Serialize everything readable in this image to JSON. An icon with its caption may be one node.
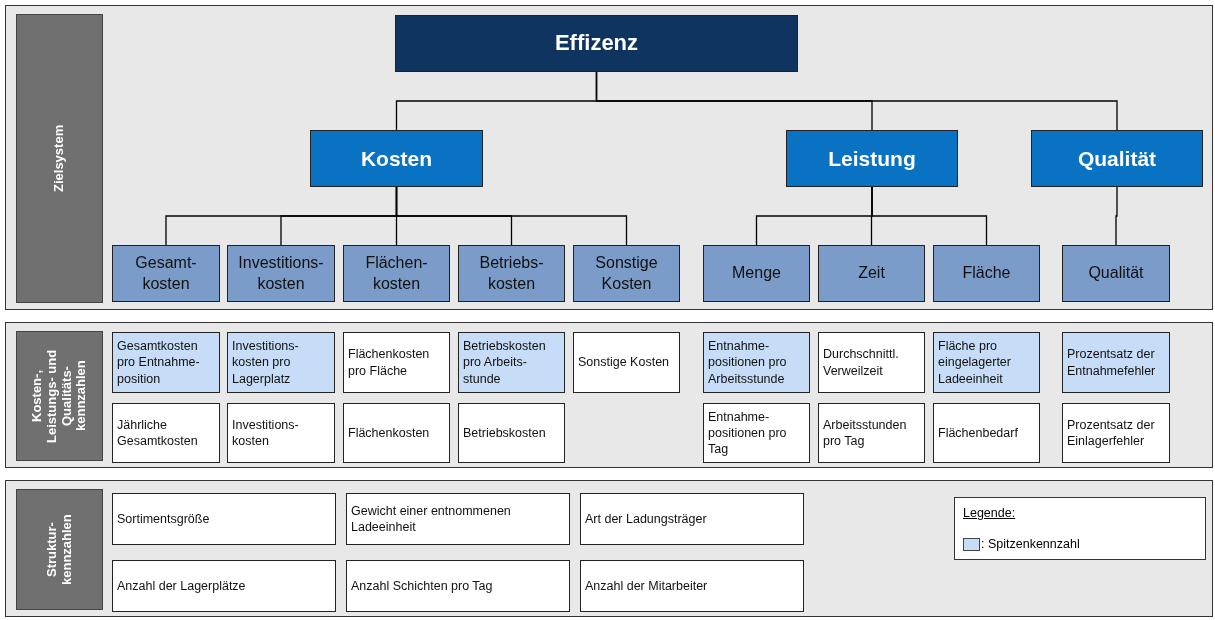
{
  "diagram": {
    "nodes": [
      {
        "text": [
          "Zielsystem"
        ]
      },
      {
        "text": [
          "Effizenz"
        ],
        "in": 0
      },
      {
        "text": [
          "Kosten"
        ],
        "in": 0
      },
      {
        "text": [
          "Leistung"
        ],
        "in": 0
      },
      {
        "text": [
          "Qualität"
        ],
        "in": 0
      },
      {
        "text": [
          "Gesamt- kosten"
        ],
        "in": 0
      },
      {
        "text": [
          "Investitions- kosten"
        ],
        "in": 0
      },
      {
        "text": [
          "Flächen- kosten"
        ],
        "in": 0
      },
      {
        "text": [
          "Betriebs- kosten"
        ],
        "in": 0
      },
      {
        "text": [
          "Sonstige Kosten"
        ],
        "in": 0
      },
      {
        "text": [
          "Menge"
        ],
        "in": 0
      },
      {
        "text": [
          "Zeit"
        ],
        "in": 0
      },
      {
        "text": [
          "Fläche"
        ],
        "in": 0
      },
      {
        "text": [
          "Qualität"
        ],
        "in": 0
      },
      {
        "text": [
          "Kosten-, Leistungs- und Qualitäts- kennzahlen"
        ]
      },
      {
        "text": [
          "Gesamtkosten pro Entnahme- position"
        ],
        "in": 14
      },
      {
        "text": [
          "Investitions- kosten pro Lagerplatz"
        ],
        "in": 14
      },
      {
        "text": [
          "Flächenkosten pro Fläche"
        ],
        "in": 14
      },
      {
        "text": [
          "Betriebskosten pro Arbeits- stunde"
        ],
        "in": 14
      },
      {
        "text": [
          "Sonstige Kosten"
        ],
        "in": 14
      },
      {
        "text": [
          "Entnahme- positionen pro Arbeitsstunde"
        ],
        "in": 14
      },
      {
        "text": [
          "Durchschnittl. Verweilzeit"
        ],
        "in": 14
      },
      {
        "text": [
          "Fläche pro eingelagerter Ladeeinheit"
        ],
        "in": 14
      },
      {
        "text": [
          "Prozentsatz der Entnahmefehler"
        ],
        "in": 14
      },
      {
        "text": [
          "Jährliche Gesamtkosten"
        ],
        "in": 14
      },
      {
        "text": [
          "Investitions- kosten"
        ],
        "in": 14
      },
      {
        "text": [
          "Flächenkosten"
        ],
        "in": 14
      },
      {
        "text": [
          "Betriebskosten"
        ],
        "in": 14
      },
      {
        "text": [
          "Entnahme- positionen pro Tag"
        ],
        "in": 14
      },
      {
        "text": [
          "Arbeitsstunden pro Tag"
        ],
        "in": 14
      },
      {
        "text": [
          "Flächenbedarf"
        ],
        "in": 14
      },
      {
        "text": [
          "Prozentsatz der Einlagerfehler"
        ],
        "in": 14
      },
      {
        "text": [
          "Struktur- kennzahlen"
        ]
      },
      {
        "text": [
          "Sortimentsgröße"
        ],
        "in": 32
      },
      {
        "text": [
          "Gewicht einer entnommenen Ladeeinheit"
        ],
        "in": 32
      },
      {
        "text": [
          "Art der Ladungsträger"
        ],
        "in": 32
      },
      {
        "text": [
          "Anzahl der Lagerplätze"
        ],
        "in": 32
      },
      {
        "text": [
          "Anzahl Schichten pro Tag"
        ],
        "in": 32
      },
      {
        "text": [
          "Anzahl der Mitarbeiter"
        ],
        "in": 32
      }
    ],
    "edges": [
      {
        "from": 1,
        "to": 2,
        "arrow": "none"
      },
      {
        "from": 1,
        "to": 3,
        "arrow": "none"
      },
      {
        "from": 1,
        "to": 4,
        "arrow": "none"
      },
      {
        "from": 2,
        "to": 5,
        "arrow": "none"
      },
      {
        "from": 2,
        "to": 6,
        "arrow": "none"
      },
      {
        "from": 2,
        "to": 7,
        "arrow": "none"
      },
      {
        "from": 2,
        "to": 8,
        "arrow": "none"
      },
      {
        "from": 2,
        "to": 9,
        "arrow": "none"
      },
      {
        "from": 3,
        "to": 10,
        "arrow": "none"
      },
      {
        "from": 3,
        "to": 11,
        "arrow": "none"
      },
      {
        "from": 3,
        "to": 12,
        "arrow": "none"
      },
      {
        "from": 4,
        "to": 13,
        "arrow": "none"
      }
    ],
    "labels": [
      "Legende:"
    ],
    "legend": [
      {
        "text": ": Spitzenkennzahl",
        "color": "#c6dcf7"
      }
    ]
  }
}
